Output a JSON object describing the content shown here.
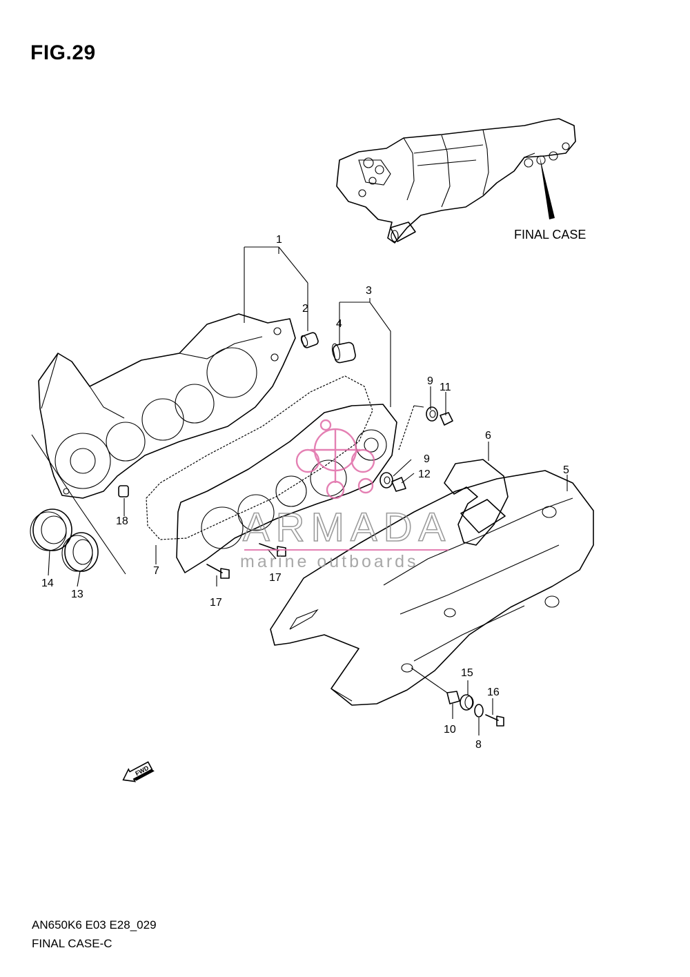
{
  "figure": {
    "title": "FIG.29",
    "code": "AN650K6 E03 E28_029",
    "name": "FINAL CASE-C"
  },
  "callout": "FINAL CASE",
  "part_labels": [
    "1",
    "2",
    "3",
    "4",
    "5",
    "6",
    "7",
    "8",
    "9",
    "9",
    "10",
    "11",
    "12",
    "13",
    "14",
    "15",
    "16",
    "17",
    "17",
    "18"
  ],
  "fwd_label": "FWD",
  "watermark": {
    "brand": "ARMADA",
    "tagline": "marine outboards",
    "color": "#e06aa6"
  }
}
